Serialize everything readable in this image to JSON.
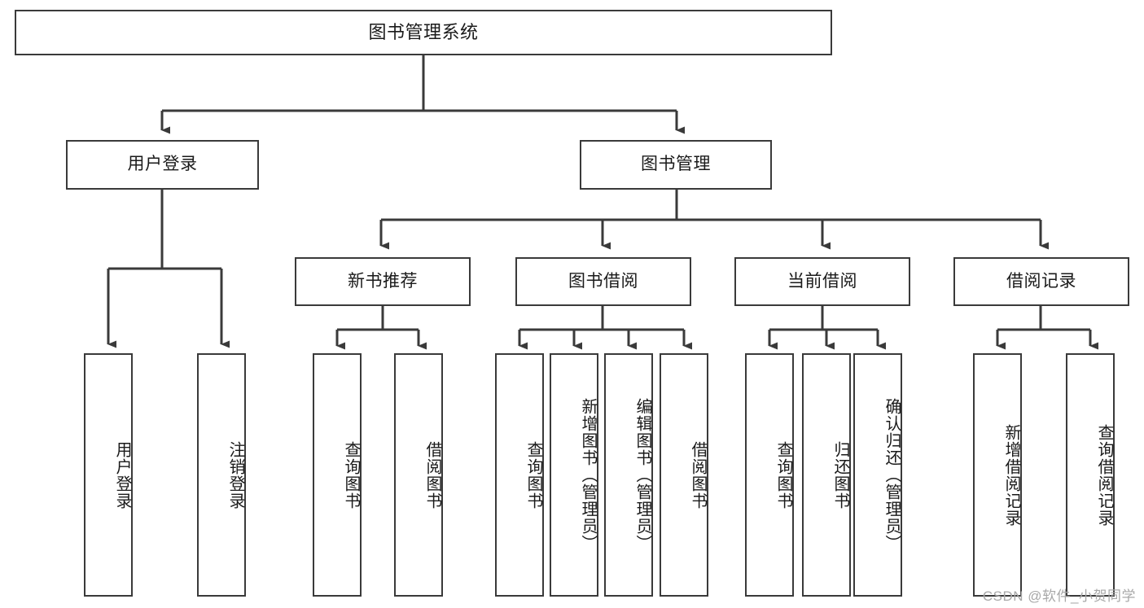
{
  "diagram": {
    "title": "图书管理系统",
    "type": "tree-hierarchy",
    "watermark": "CSDN @软件_小贺同学",
    "colors": {
      "border": "#3a3a3a",
      "background": "#ffffff",
      "text": "#1a1a1a",
      "watermark": "#a8a8a8"
    },
    "root": {
      "label": "图书管理系统"
    },
    "level2": [
      {
        "label": "用户登录"
      },
      {
        "label": "图书管理"
      }
    ],
    "level3": [
      {
        "label": "新书推荐"
      },
      {
        "label": "图书借阅"
      },
      {
        "label": "当前借阅"
      },
      {
        "label": "借阅记录"
      }
    ],
    "leaves": {
      "user_login": [
        {
          "label": "用户登录"
        },
        {
          "label": "注销登录"
        }
      ],
      "new_book_recommend": [
        {
          "label": "查询图书"
        },
        {
          "label": "借阅图书"
        }
      ],
      "book_borrow": [
        {
          "label": "查询图书"
        },
        {
          "label": "新增图书（管理员）"
        },
        {
          "label": "编辑图书（管理员）"
        },
        {
          "label": "借阅图书"
        }
      ],
      "current_borrow": [
        {
          "label": "查询图书"
        },
        {
          "label": "归还图书"
        },
        {
          "label": "确认归还（管理员）"
        }
      ],
      "borrow_record": [
        {
          "label": "新增借阅记录"
        },
        {
          "label": "查询借阅记录"
        }
      ]
    }
  }
}
